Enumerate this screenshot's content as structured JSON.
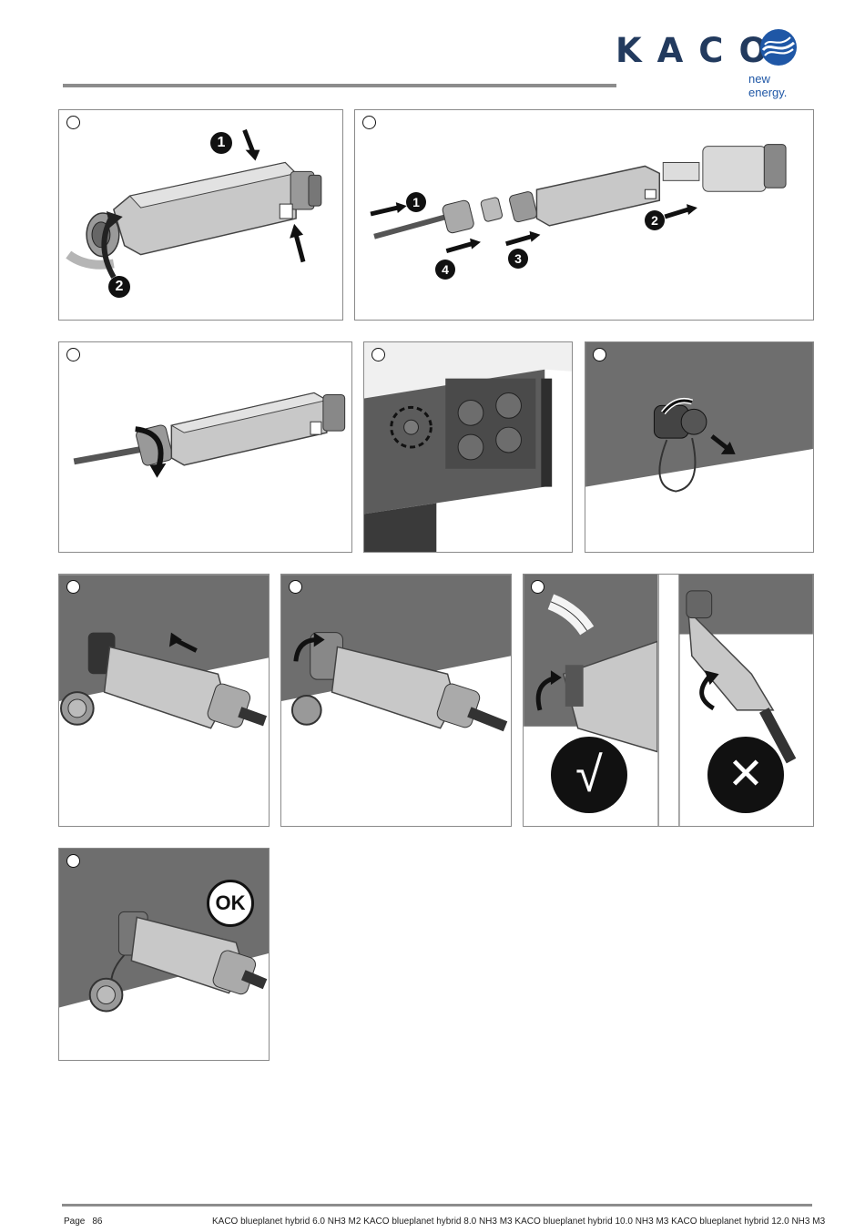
{
  "header": {
    "logo_text": "KACO",
    "logo_tagline": "new energy.",
    "brand_color": "#223a5e",
    "accent_color": "#1f57a6"
  },
  "panels": [
    {
      "id": "connector-close",
      "callouts": [
        "1",
        "2"
      ]
    },
    {
      "id": "connector-exploded",
      "callouts": [
        "1",
        "2",
        "3",
        "4"
      ]
    },
    {
      "id": "cable-nut-tighten",
      "callouts": []
    },
    {
      "id": "inverter-port-location",
      "callouts": []
    },
    {
      "id": "remove-dust-cap",
      "callouts": []
    },
    {
      "id": "insert-connector",
      "callouts": []
    },
    {
      "id": "turn-lock-ring",
      "callouts": []
    },
    {
      "id": "correct-vs-wrong",
      "callouts": [],
      "marks": {
        "correct": "√",
        "wrong": "✕"
      }
    },
    {
      "id": "completed",
      "callouts": [],
      "badge": "OK"
    }
  ],
  "footer": {
    "page_label": "Page",
    "page_number": "86",
    "document_title": "KACO blueplanet hybrid 6.0 NH3 M2 KACO blueplanet hybrid 8.0 NH3 M3 KACO blueplanet hybrid 10.0 NH3 M3 KACO blueplanet hybrid 12.0 NH3 M3"
  }
}
